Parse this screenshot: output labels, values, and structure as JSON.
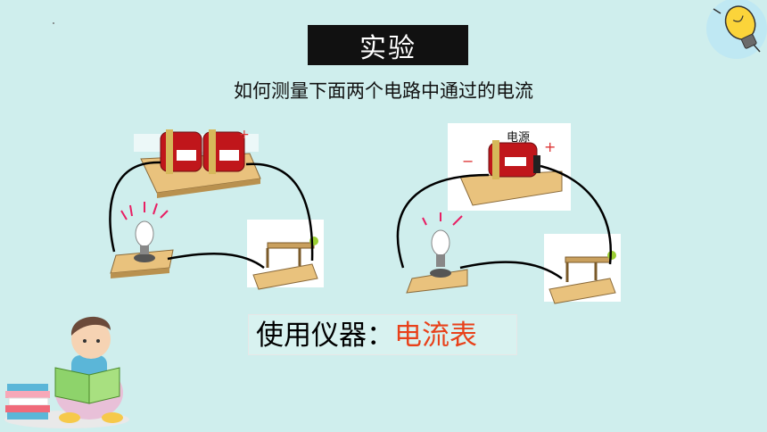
{
  "slide": {
    "title": "实验",
    "question": "如何测量下面两个电路中通过的电流",
    "instrument_label": "使用仪器：",
    "instrument_value": "电流表"
  },
  "circuit_right": {
    "power_label": "电源",
    "minus_sign": "−",
    "plus_sign": "+"
  },
  "colors": {
    "background": "#cfeeed",
    "title_bg": "#111111",
    "accent_red": "#e8411a",
    "battery_red": "#c0161b",
    "wood": "#e9c27d"
  }
}
